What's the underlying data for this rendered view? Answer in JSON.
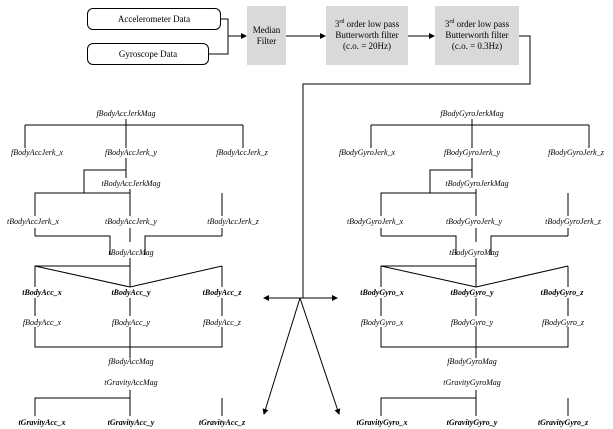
{
  "inputs": {
    "accelerometer": "Accelerometer Data",
    "gyroscope": "Gyroscope Data"
  },
  "filters": {
    "median": "Median Filter",
    "butter1_sup": "rd",
    "butter1_num": "3",
    "butter1_text": "order low pass Butterworth filter",
    "butter1_cutoff": "(c.o. = 20Hz)",
    "butter2_sup": "rd",
    "butter2_num": "3",
    "butter2_text": "order low pass Butterworth filter",
    "butter2_cutoff": "(c.o. = 0.3Hz)"
  },
  "acc": {
    "fJerkMag": "fBodyAccJerkMag",
    "fJerk_x": "fBodyAccJerk_x",
    "fJerk_y": "fBodyAccJerk_y",
    "fJerk_z": "fBodyAccJerk_z",
    "tJerkMag": "tBodyAccJerkMag",
    "tJerk_x": "tBodyAccJerk_x",
    "tJerk_y": "tBodyAccJerk_y",
    "tJerk_z": "tBodyAccJerk_z",
    "tMag": "tBodyAccMag",
    "t_x": "tBodyAcc_x",
    "t_y": "tBodyAcc_y",
    "t_z": "tBodyAcc_z",
    "f_x": "fBodyAcc_x",
    "f_y": "fBodyAcc_y",
    "f_z": "fBodyAcc_z",
    "fMag": "fBodyAccMag",
    "gMag": "tGravityAccMag",
    "g_x": "tGravityAcc_x",
    "g_y": "tGravityAcc_y",
    "g_z": "tGravityAcc_z"
  },
  "gyro": {
    "fJerkMag": "fBodyGyroJerkMag",
    "fJerk_x": "fBodyGyroJerk_x",
    "fJerk_y": "fBodyGyroJerk_y",
    "fJerk_z": "fBodyGyroJerk_z",
    "tJerkMag": "tBodyGyroJerkMag",
    "tJerk_x": "tBodyGyroJerk_x",
    "tJerk_y": "tBodyGyroJerk_y",
    "tJerk_z": "tBodyGyroJerk_z",
    "tMag": "tBodyGyroMag",
    "t_x": "tBodyGyro_x",
    "t_y": "tBodyGyro_y",
    "t_z": "tBodyGyro_z",
    "f_x": "fBodyGyro_x",
    "f_y": "fBodyGyro_y",
    "f_z": "fBodyGyro_z",
    "fMag": "fBodyGyroMag",
    "gMag": "tGravityGyroMag",
    "g_x": "tGravityGyro_x",
    "g_y": "tGravityGyro_y",
    "g_z": "tGravityGyro_z"
  },
  "colors": {
    "filter_fill": "#d9d9d9",
    "line": "#000000"
  }
}
